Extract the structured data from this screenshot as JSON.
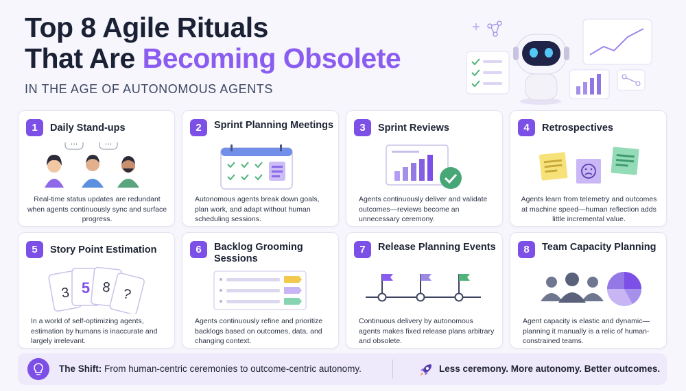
{
  "header": {
    "title_line1": "Top 8 Agile Rituals",
    "title_line2_plain": "That Are ",
    "title_line2_accent": "Becoming Obsolete",
    "subtitle": "IN THE AGE OF AUTONOMOUS AGENTS"
  },
  "colors": {
    "accent": "#8a5cf0",
    "badge": "#7c4fe6",
    "title": "#1a2135",
    "card_bg": "#ffffff",
    "footer_bg": "#efeafb"
  },
  "cards": [
    {
      "number": "1",
      "title": "Daily Stand-ups",
      "icon": "people-chatting-icon",
      "description": "Real-time status updates are redundant when agents continuously sync and surface progress."
    },
    {
      "number": "2",
      "title": "Sprint Planning Meetings",
      "icon": "calendar-checklist-icon",
      "description": "Autonomous agents break down goals, plan work, and adapt without human scheduling sessions."
    },
    {
      "number": "3",
      "title": "Sprint Reviews",
      "icon": "dashboard-check-icon",
      "description": "Agents continuously deliver and validate outcomes—reviews become an unnecessary ceremony."
    },
    {
      "number": "4",
      "title": "Retrospectives",
      "icon": "sticky-notes-icon",
      "description": "Agents learn from telemetry and outcomes at machine speed—human reflection adds little incremental value."
    },
    {
      "number": "5",
      "title": "Story Point Estimation",
      "icon": "estimation-cards-icon",
      "cards_text": [
        "3",
        "5",
        "8",
        "?"
      ],
      "description": "In a world of self-optimizing agents, estimation by humans is inaccurate and largely irrelevant."
    },
    {
      "number": "6",
      "title": "Backlog Grooming Sessions",
      "icon": "backlog-list-icon",
      "description": "Agents continuously refine and prioritize backlogs based on outcomes, data, and changing context."
    },
    {
      "number": "7",
      "title": "Release Planning Events",
      "icon": "release-timeline-icon",
      "description": "Continuous delivery by autonomous agents makes fixed release plans arbitrary and obsolete."
    },
    {
      "number": "8",
      "title": "Team Capacity Planning",
      "icon": "team-pie-icon",
      "description": "Agent capacity is elastic and dynamic—planning it manually is a relic of human-constrained teams."
    }
  ],
  "footer": {
    "icon": "lightbulb-icon",
    "shift_label": "The Shift:",
    "shift_text": " From human-centric ceremonies to outcome-centric autonomy.",
    "right_icon": "rocket-icon",
    "right_text": "Less ceremony. More autonomy. Better outcomes."
  }
}
